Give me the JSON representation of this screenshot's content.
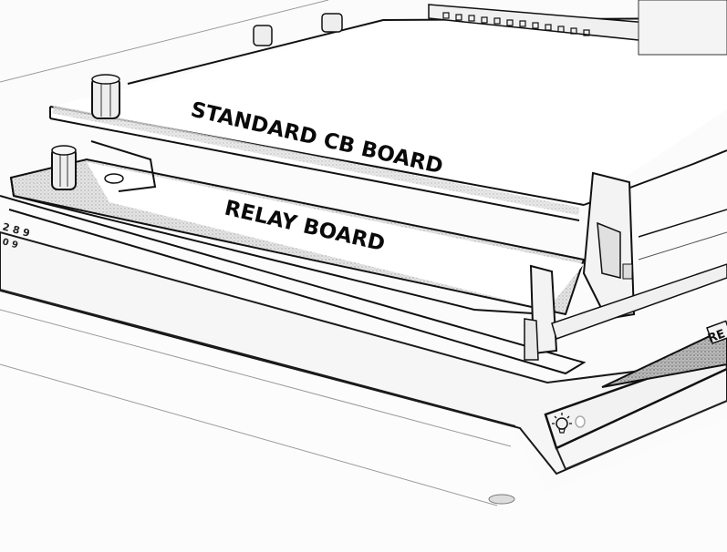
{
  "labels": {
    "top_board": "STANDARD CB BOARD",
    "bottom_board": "RELAY BOARD",
    "badge_partial": "RE"
  },
  "icons": {
    "indicator": "light-bulb-icon"
  },
  "colors": {
    "ink": "#0a0a0a",
    "paper": "#fbfbfb",
    "shade": "#bdbdbd"
  }
}
